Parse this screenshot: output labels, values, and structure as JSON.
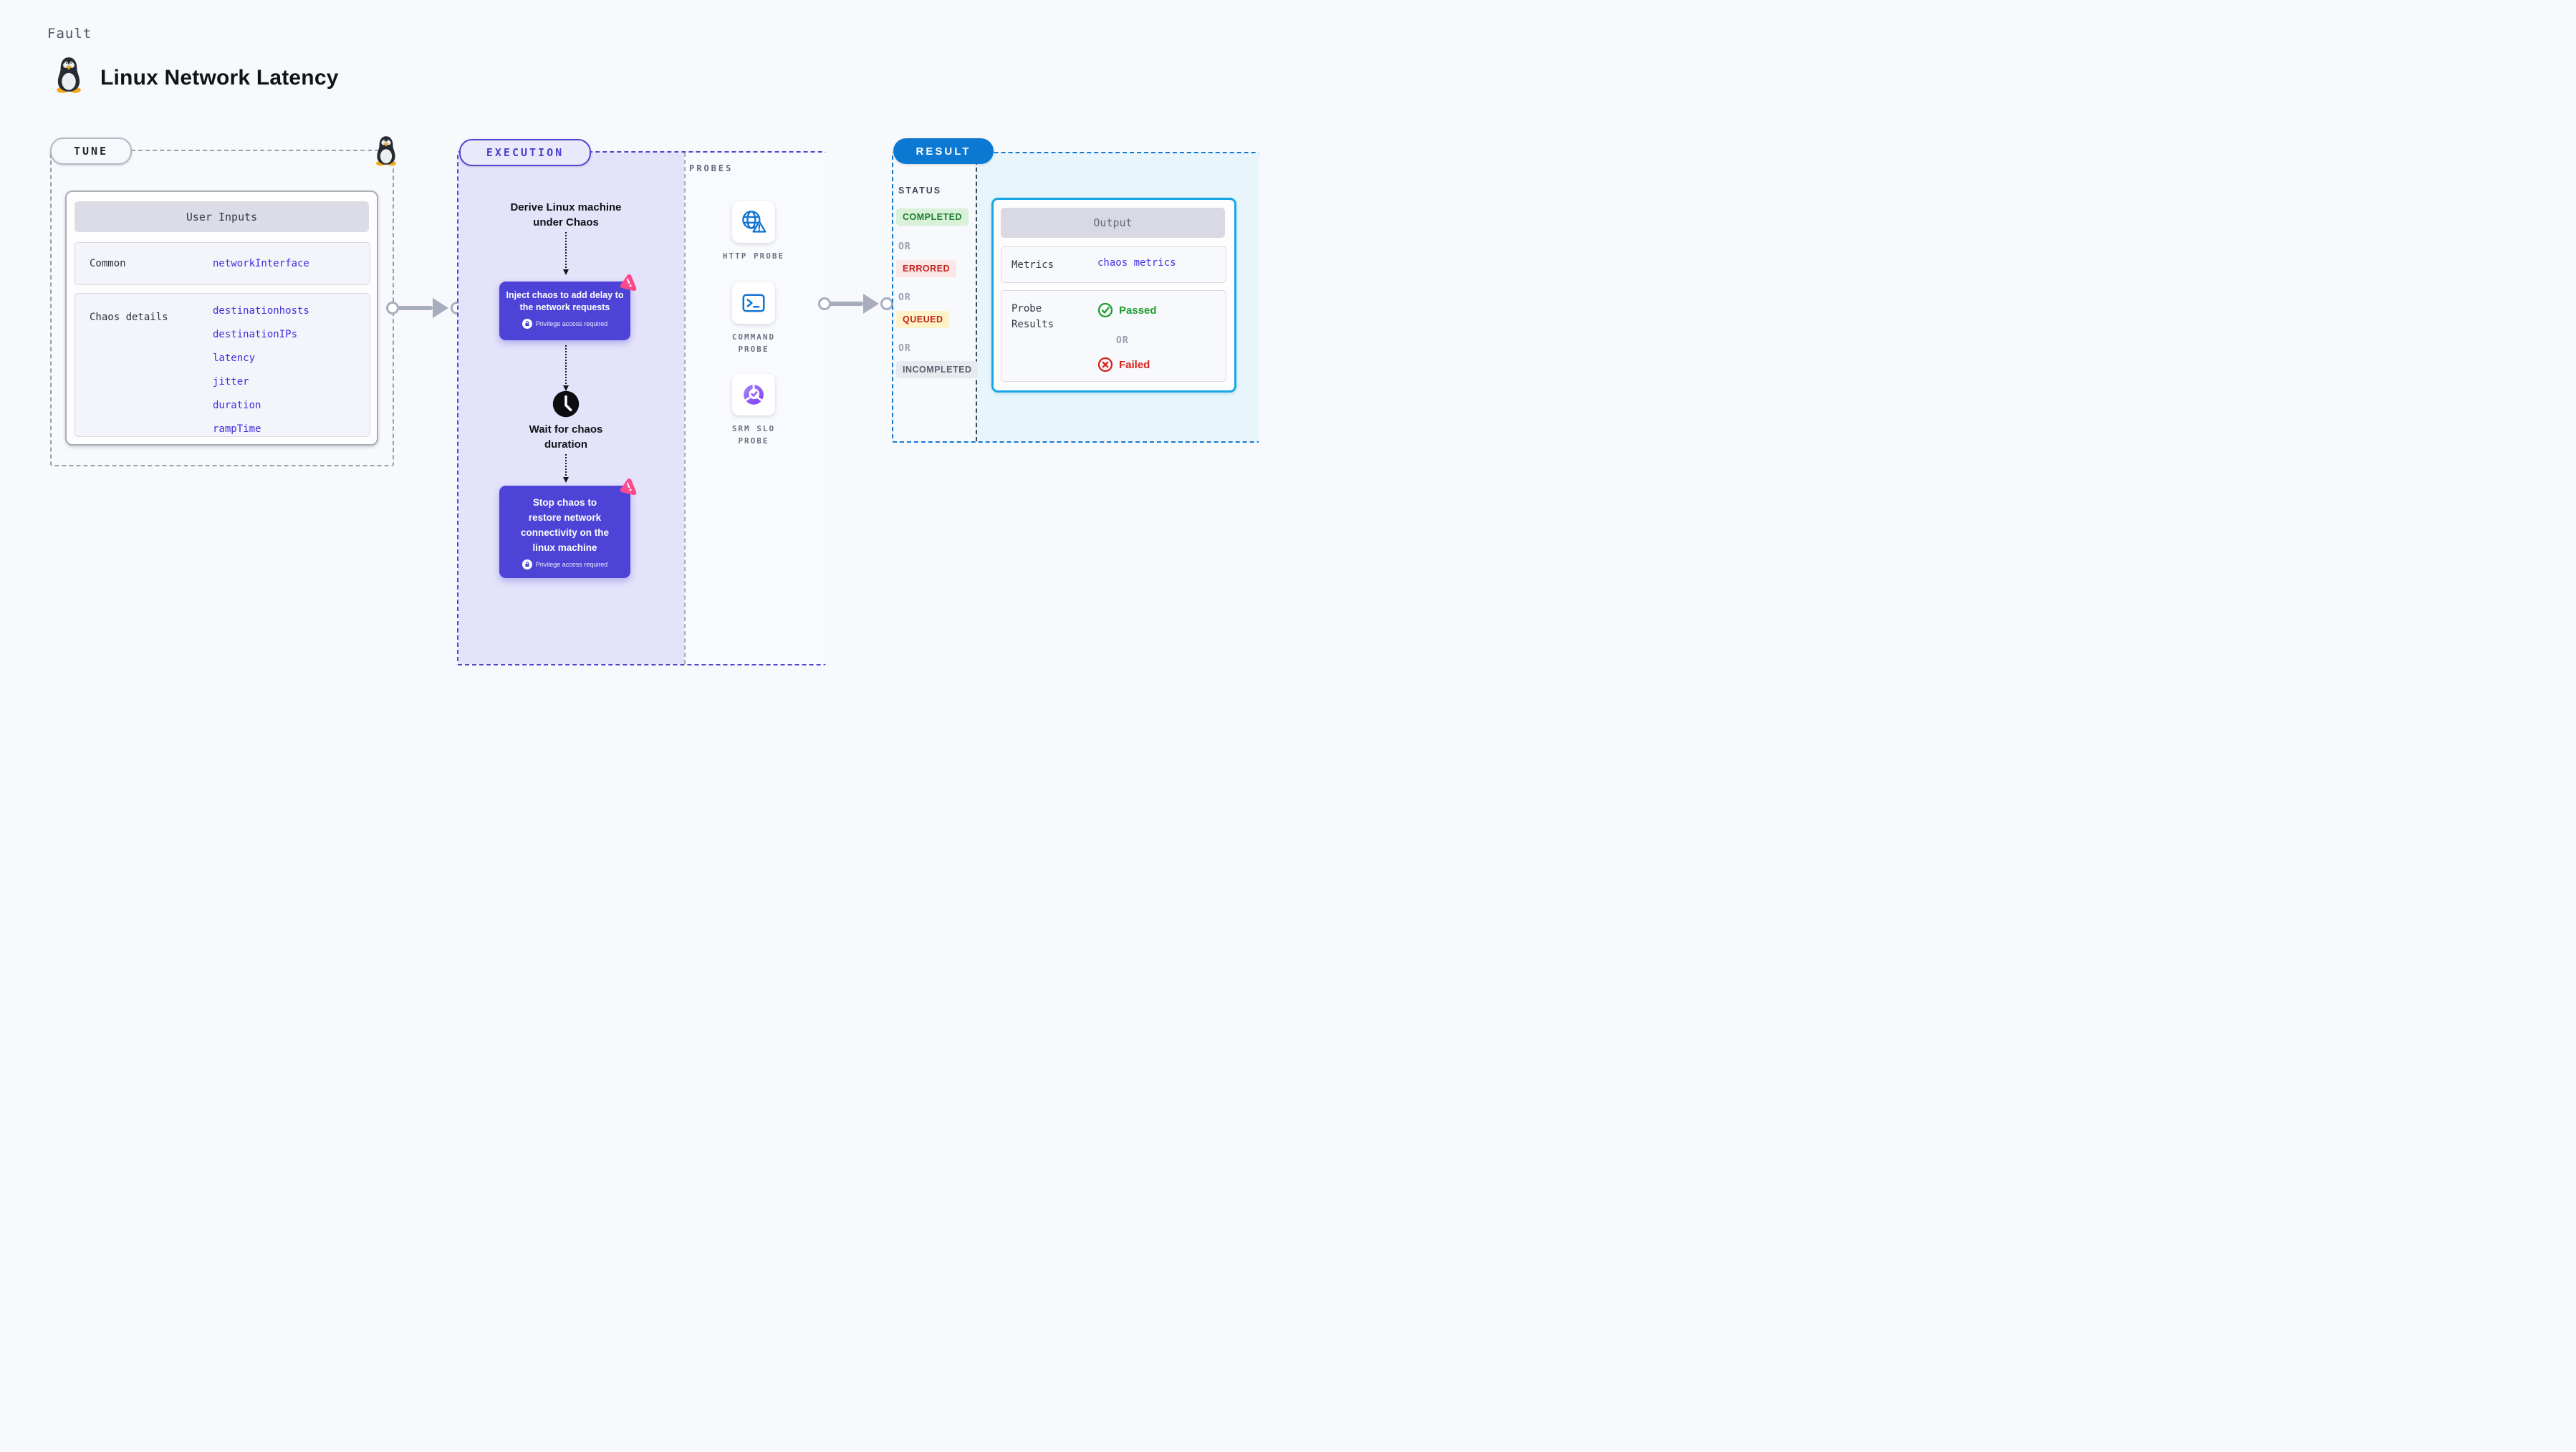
{
  "header": {
    "fault_label": "Fault",
    "title": "Linux Network Latency"
  },
  "tune": {
    "badge": "TUNE",
    "user_inputs": {
      "header": "User Inputs",
      "common_label": "Common",
      "common_value": "networkInterface",
      "chaos_label": "Chaos details",
      "chaos_values": [
        "destinationhosts",
        "destinationIPs",
        "latency",
        "jitter",
        "duration",
        "rampTime"
      ]
    }
  },
  "execution": {
    "badge": "EXECUTION",
    "derive_text": "Derive Linux machine\nunder Chaos",
    "inject_text": "Inject chaos to add delay to\nthe network requests",
    "wait_text": "Wait for chaos\nduration",
    "stop_text": "Stop chaos to\nrestore network\nconnectivity on the\nlinux machine",
    "privilege_label": "Privilege access required"
  },
  "probes": {
    "panel_label": "PROBES",
    "items": [
      {
        "label": "HTTP PROBE",
        "icon": "globe-alert-icon"
      },
      {
        "label": "COMMAND\nPROBE",
        "icon": "terminal-icon"
      },
      {
        "label": "SRM SLO\nPROBE",
        "icon": "slo-donut-icon"
      }
    ]
  },
  "result": {
    "badge": "RESULT",
    "status_label": "STATUS",
    "or_label": "OR",
    "statuses": [
      {
        "label": "COMPLETED",
        "type": "completed",
        "bg": "#d9f1d9",
        "color": "#1d7e2d"
      },
      {
        "label": "ERRORED",
        "type": "errored",
        "bg": "#fce7e7",
        "color": "#c5211e"
      },
      {
        "label": "QUEUED",
        "type": "queued",
        "bg": "#fdf2c8",
        "color": "#c4201a"
      },
      {
        "label": "INCOMPLETED",
        "type": "incompleted",
        "bg": "#e9eaf0",
        "color": "#5a606e"
      }
    ],
    "output": {
      "header": "Output",
      "metrics_label": "Metrics",
      "metrics_value": "chaos metrics",
      "probe_results_label": "Probe\nResults",
      "passed_label": "Passed",
      "failed_label": "Failed"
    }
  },
  "colors": {
    "accent_indigo": "#4d44d7",
    "execution_border": "#4f46cf",
    "accent_pink": "#fb4a8c",
    "probe_blue": "#1276d3",
    "result_blue": "#0b79d2",
    "output_border": "#16a7e6",
    "passed_green": "#1f9d2f",
    "failed_red": "#d8221c",
    "arrow_gray": "#a7adbb",
    "lavender_bg": "#e4e3fa",
    "light_blue_bg": "#e8f6fc"
  }
}
